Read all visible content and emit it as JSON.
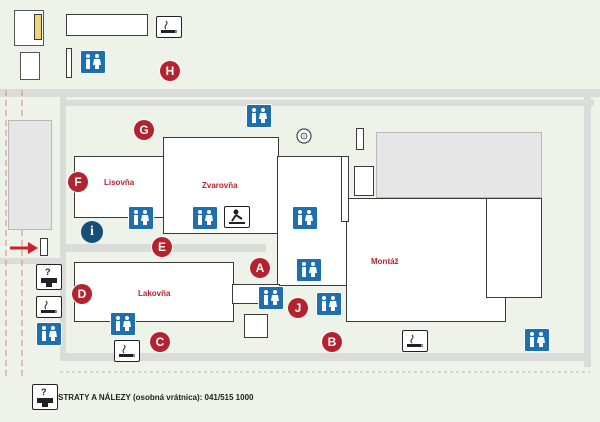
{
  "buildings": {
    "lisovna": "Lisovňa",
    "zvarovna": "Zvarovňa",
    "lakovna": "Lakovňa",
    "montaz": "Montáž"
  },
  "markers": {
    "a": "A",
    "b": "B",
    "c": "C",
    "d": "D",
    "e": "E",
    "f": "F",
    "g": "G",
    "h": "H",
    "j": "J"
  },
  "info_symbol": "i",
  "legend": {
    "lost_found": "STRATY A NÁLEZY (osobná vrátnica): 041/515 1000"
  },
  "colors": {
    "marker": "#b5222f",
    "wc_sign": "#1f6fae",
    "info": "#164e7a",
    "building_label": "#b8232f",
    "arrow": "#c8202c"
  },
  "icons": [
    "wc-icon",
    "smoking-area-icon",
    "lost-and-found-icon",
    "baby-changing-icon",
    "info-icon",
    "entrance-arrow-icon"
  ]
}
